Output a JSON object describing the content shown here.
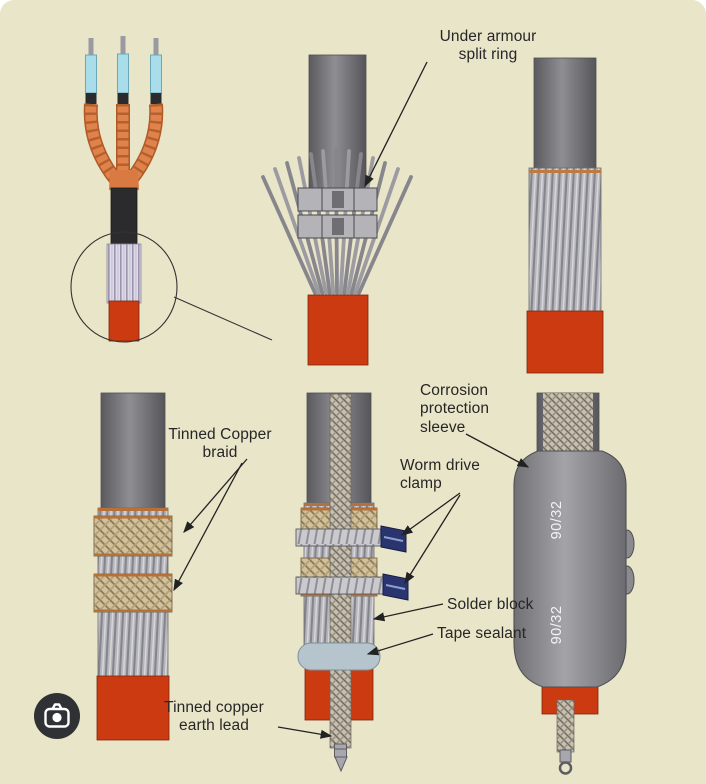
{
  "window": {
    "background": "#e9e5c9",
    "description": "Cable gland termination procedure diagram"
  },
  "labels": {
    "under_armour_split_ring": "Under armour\nsplit ring",
    "tinned_copper_braid": "Tinned Copper\nbraid",
    "corrosion_protection_sleeve": "Corrosion\nprotection\nsleeve",
    "worm_drive_clamp": "Worm drive\nclamp",
    "solder_block": "Solder block",
    "tape_sealant": "Tape sealant",
    "tinned_copper_earth_lead": "Tinned copper\nearth lead"
  },
  "markings": {
    "sleeve_size": "90/32"
  },
  "colors": {
    "background": "#e9e5c9",
    "cable_sheath_grey": "#77777c",
    "serving_orange": "#cc3a12",
    "braid_tan": "#d2c09c",
    "clamp_screw_navy": "#2a3570",
    "tape_sealant_blue": "#b6c5cd",
    "core_orange": "#e0824a",
    "core_tip_blue": "#a8dde9",
    "label_text": "#262626",
    "sleeve_marking_text": "#f4f4f4"
  },
  "icons": {
    "google_lens_icon": "camera-in-dark-circle"
  }
}
